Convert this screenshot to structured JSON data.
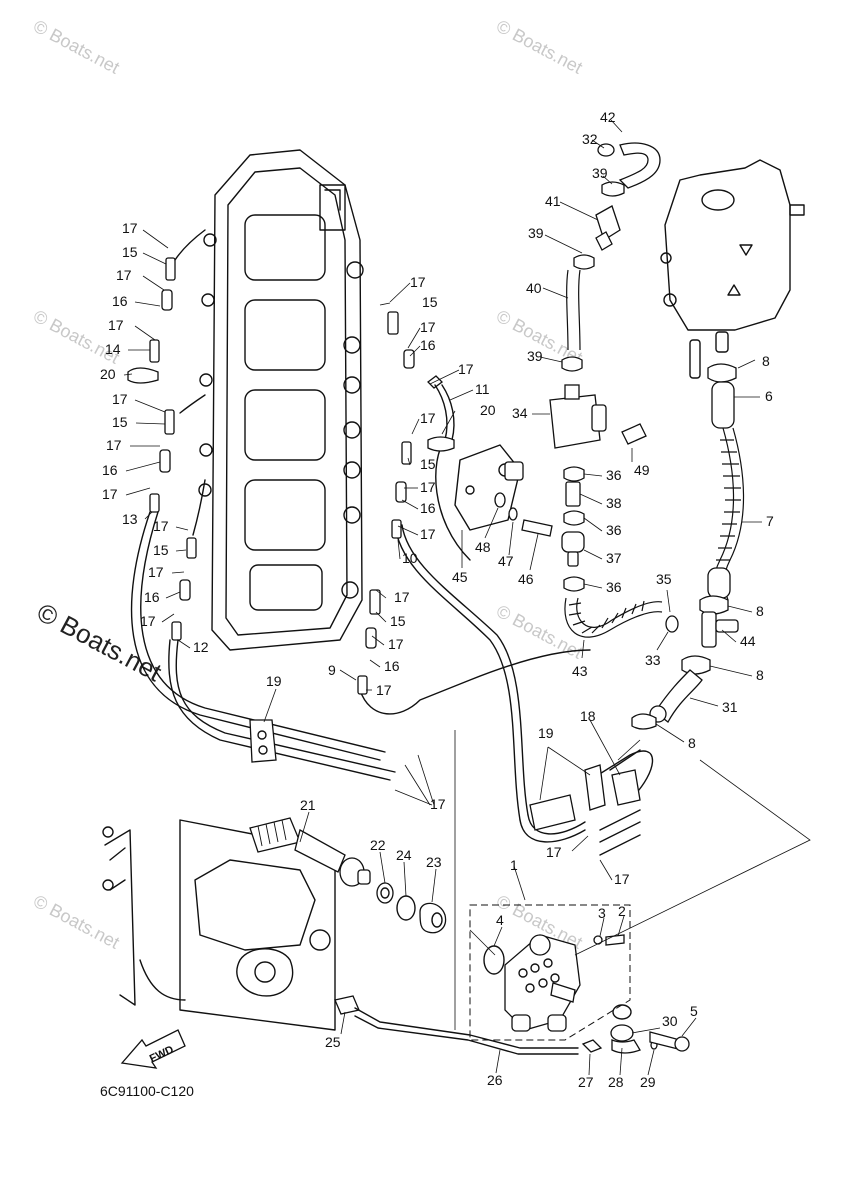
{
  "diagram": {
    "code": "6C91100-C120",
    "fwd_label": "FWD",
    "watermark": "© Boats.net",
    "big_watermark": "© Boats.net"
  },
  "callouts": [
    {
      "id": "c42",
      "text": "42"
    },
    {
      "id": "c32",
      "text": "32"
    },
    {
      "id": "c39a",
      "text": "39"
    },
    {
      "id": "c41",
      "text": "41"
    },
    {
      "id": "c39b",
      "text": "39"
    },
    {
      "id": "c40",
      "text": "40"
    },
    {
      "id": "c39c",
      "text": "39"
    },
    {
      "id": "c34",
      "text": "34"
    },
    {
      "id": "c8a",
      "text": "8"
    },
    {
      "id": "c6",
      "text": "6"
    },
    {
      "id": "c49",
      "text": "49"
    },
    {
      "id": "c36a",
      "text": "36"
    },
    {
      "id": "c38",
      "text": "38"
    },
    {
      "id": "c36b",
      "text": "36"
    },
    {
      "id": "c7",
      "text": "7"
    },
    {
      "id": "c37",
      "text": "37"
    },
    {
      "id": "c36c",
      "text": "36"
    },
    {
      "id": "c35",
      "text": "35"
    },
    {
      "id": "c8b",
      "text": "8"
    },
    {
      "id": "c44",
      "text": "44"
    },
    {
      "id": "c33",
      "text": "33"
    },
    {
      "id": "c43",
      "text": "43"
    },
    {
      "id": "c8c",
      "text": "8"
    },
    {
      "id": "c31",
      "text": "31"
    },
    {
      "id": "c8d",
      "text": "8"
    },
    {
      "id": "c45",
      "text": "45"
    },
    {
      "id": "c48",
      "text": "48"
    },
    {
      "id": "c47",
      "text": "47"
    },
    {
      "id": "c46",
      "text": "46"
    },
    {
      "id": "c17a",
      "text": "17"
    },
    {
      "id": "c15a",
      "text": "15"
    },
    {
      "id": "c17b",
      "text": "17"
    },
    {
      "id": "c16a",
      "text": "16"
    },
    {
      "id": "c17c",
      "text": "17"
    },
    {
      "id": "c14",
      "text": "14"
    },
    {
      "id": "c20a",
      "text": "20"
    },
    {
      "id": "c17d",
      "text": "17"
    },
    {
      "id": "c15b",
      "text": "15"
    },
    {
      "id": "c17e",
      "text": "17"
    },
    {
      "id": "c16b",
      "text": "16"
    },
    {
      "id": "c17f",
      "text": "17"
    },
    {
      "id": "c13",
      "text": "13"
    },
    {
      "id": "c17g",
      "text": "17"
    },
    {
      "id": "c15c",
      "text": "15"
    },
    {
      "id": "c17h",
      "text": "17"
    },
    {
      "id": "c16c",
      "text": "16"
    },
    {
      "id": "c17i",
      "text": "17"
    },
    {
      "id": "c12",
      "text": "12"
    },
    {
      "id": "c17j",
      "text": "17"
    },
    {
      "id": "c15d",
      "text": "15"
    },
    {
      "id": "c17k",
      "text": "17"
    },
    {
      "id": "c16d",
      "text": "16"
    },
    {
      "id": "c17l",
      "text": "17"
    },
    {
      "id": "c11",
      "text": "11"
    },
    {
      "id": "c20b",
      "text": "20"
    },
    {
      "id": "c17m",
      "text": "17"
    },
    {
      "id": "c15e",
      "text": "15"
    },
    {
      "id": "c17n",
      "text": "17"
    },
    {
      "id": "c16e",
      "text": "16"
    },
    {
      "id": "c17o",
      "text": "17"
    },
    {
      "id": "c10",
      "text": "10"
    },
    {
      "id": "c17p",
      "text": "17"
    },
    {
      "id": "c15f",
      "text": "15"
    },
    {
      "id": "c17q",
      "text": "17"
    },
    {
      "id": "c16f",
      "text": "16"
    },
    {
      "id": "c9",
      "text": "9"
    },
    {
      "id": "c17r",
      "text": "17"
    },
    {
      "id": "c19a",
      "text": "19"
    },
    {
      "id": "c17s",
      "text": "17"
    },
    {
      "id": "c19b",
      "text": "19"
    },
    {
      "id": "c18",
      "text": "18"
    },
    {
      "id": "c17t",
      "text": "17"
    },
    {
      "id": "c17u",
      "text": "17"
    },
    {
      "id": "c21",
      "text": "21"
    },
    {
      "id": "c22",
      "text": "22"
    },
    {
      "id": "c24",
      "text": "24"
    },
    {
      "id": "c23",
      "text": "23"
    },
    {
      "id": "c1",
      "text": "1"
    },
    {
      "id": "c3",
      "text": "3"
    },
    {
      "id": "c2",
      "text": "2"
    },
    {
      "id": "c4",
      "text": "4"
    },
    {
      "id": "c30",
      "text": "30"
    },
    {
      "id": "c5",
      "text": "5"
    },
    {
      "id": "c25",
      "text": "25"
    },
    {
      "id": "c26",
      "text": "26"
    },
    {
      "id": "c27",
      "text": "27"
    },
    {
      "id": "c28",
      "text": "28"
    },
    {
      "id": "c29",
      "text": "29"
    }
  ]
}
